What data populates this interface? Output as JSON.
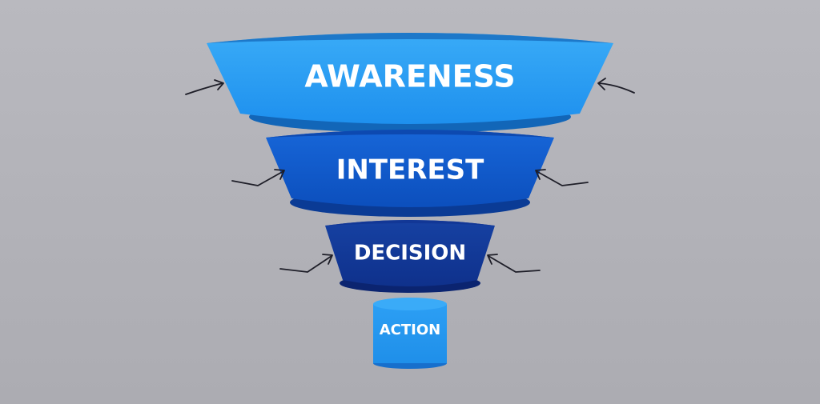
{
  "funnel": {
    "stages": [
      {
        "id": "awareness",
        "label": "AWARENESS"
      },
      {
        "id": "interest",
        "label": "INTEREST"
      },
      {
        "id": "decision",
        "label": "DECISION"
      },
      {
        "id": "action",
        "label": "ACTION"
      }
    ],
    "colors": {
      "light_blue_top": "#33a6f5",
      "light_blue_face": "#2196f3",
      "light_blue_lip": "#1472c7",
      "mid_blue_top": "#1a62d4",
      "mid_blue_face": "#0f55c4",
      "mid_blue_lip": "#0a3b95",
      "dark_blue_top": "#153d9c",
      "dark_blue_face": "#113595",
      "dark_blue_lip": "#0b2470",
      "background": "#b2b2b8",
      "arrows": "#1e1e28"
    }
  }
}
